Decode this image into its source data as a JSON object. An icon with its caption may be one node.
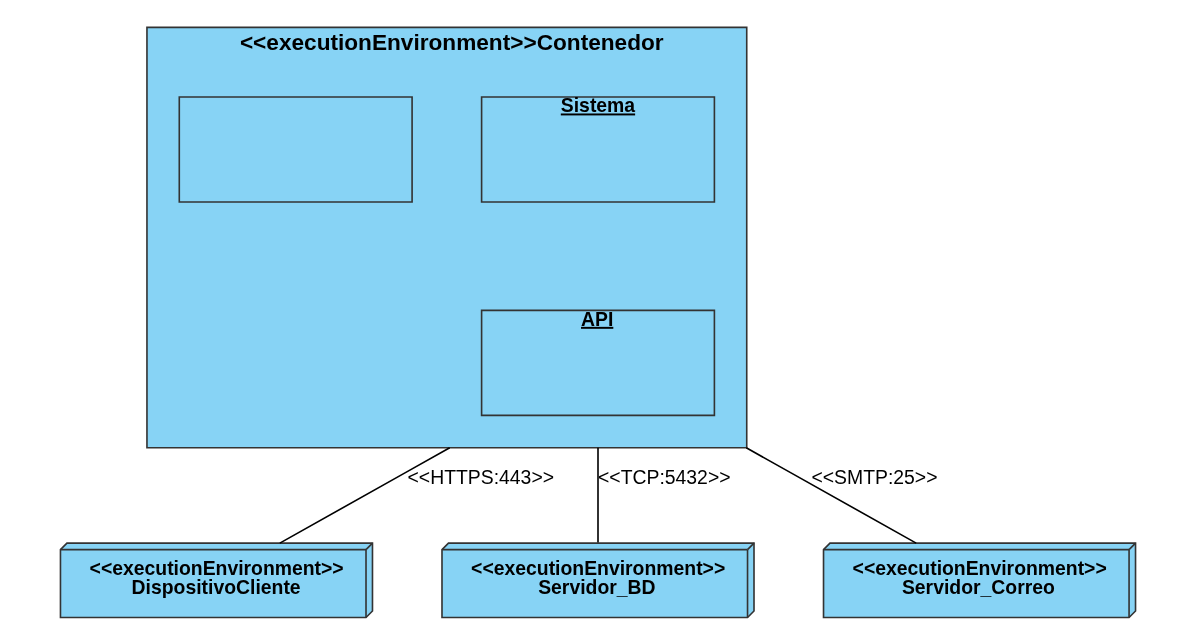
{
  "diagram": {
    "nodes": [
      {
        "text": [
          "<<executionEnvironment>>Contenedor"
        ]
      },
      {
        "text": [
          "Sistema"
        ],
        "in": 0
      },
      {
        "text": [],
        "shape": "box",
        "in": 0
      },
      {
        "text": [
          "API"
        ],
        "in": 0
      },
      {
        "text": [
          "<<executionEnvironment>>",
          "DispositivoCliente"
        ]
      },
      {
        "text": [
          "<<executionEnvironment>>",
          "Servidor_BD"
        ]
      },
      {
        "text": [
          "<<executionEnvironment>>",
          "Servidor_Correo"
        ]
      }
    ],
    "edges": [
      {
        "from": 0,
        "to": 4,
        "arrow": "none",
        "label": "<<HTTPS:443>>"
      },
      {
        "from": 0,
        "to": 5,
        "arrow": "none",
        "label": "<<TCP:5432>>"
      },
      {
        "from": 0,
        "to": 6,
        "arrow": "none",
        "label": "<<SMTP:25>>"
      }
    ]
  }
}
